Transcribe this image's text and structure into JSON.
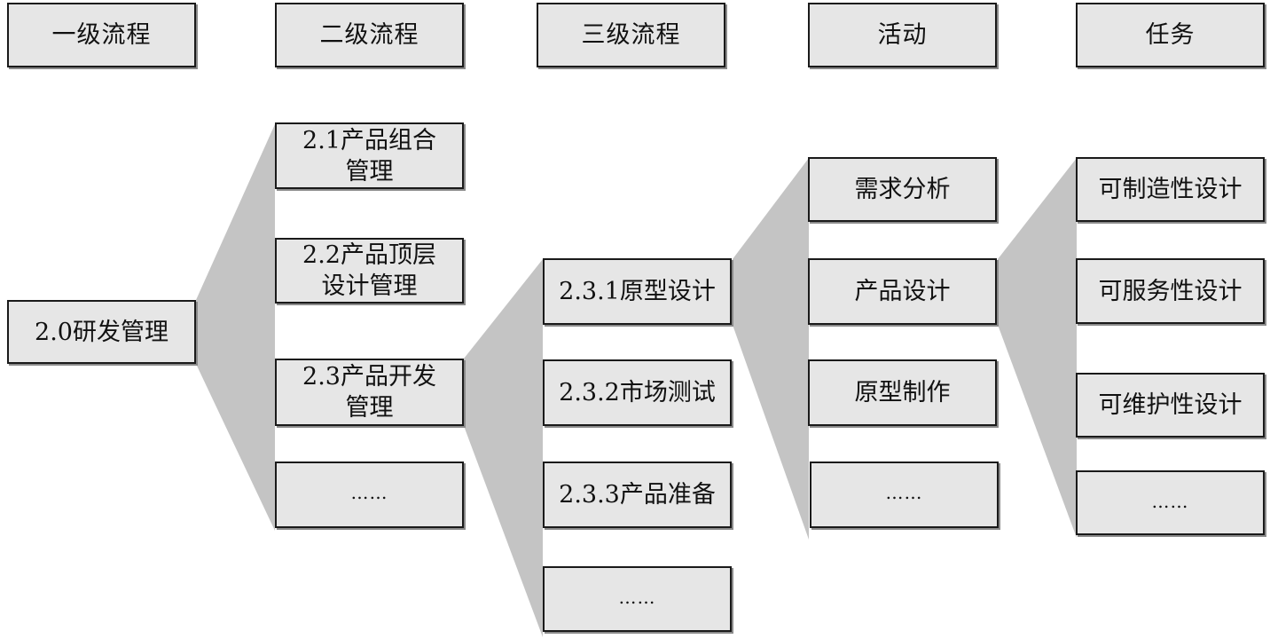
{
  "headers": {
    "level1": "一级流程",
    "level2": "二级流程",
    "level3": "三级流程",
    "activity": "活动",
    "task": "任务"
  },
  "level1": {
    "rd_management": "2.0研发管理"
  },
  "level2": {
    "portfolio": "2.1产品组合\n管理",
    "top_design": "2.2产品顶层\n设计管理",
    "development": "2.3产品开发\n管理",
    "more": "……"
  },
  "level3": {
    "prototype_design": "2.3.1原型设计",
    "market_test": "2.3.2市场测试",
    "product_prep": "2.3.3产品准备",
    "more": "……"
  },
  "activities": {
    "requirement_analysis": "需求分析",
    "product_design": "产品设计",
    "prototype_making": "原型制作",
    "more": "……"
  },
  "tasks": {
    "manufacturability": "可制造性设计",
    "serviceability": "可服务性设计",
    "maintainability": "可维护性设计",
    "more": "……"
  }
}
